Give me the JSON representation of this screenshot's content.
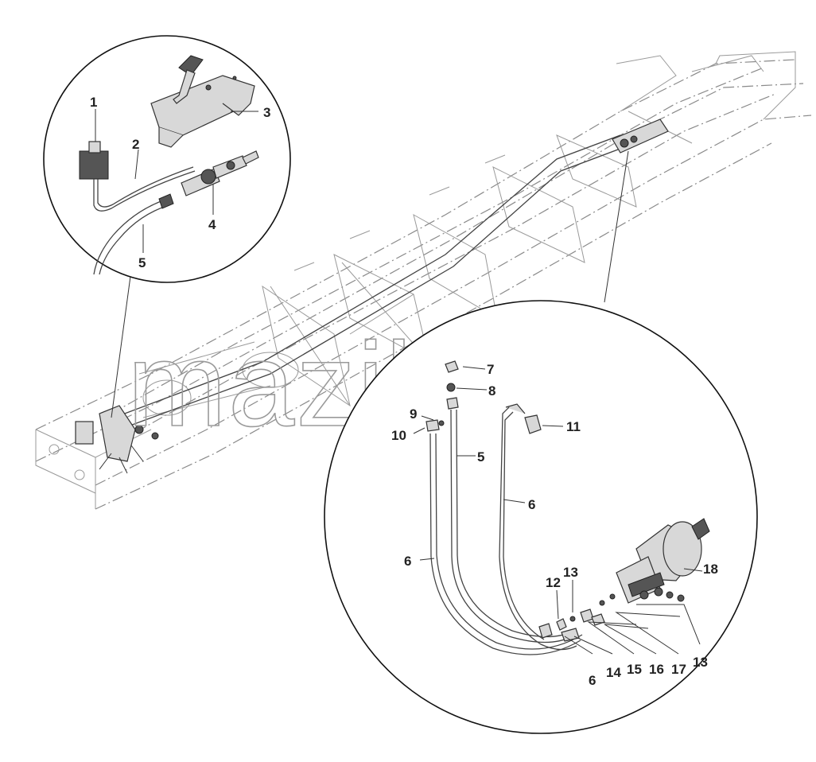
{
  "watermark": "mazik.by",
  "labels": {
    "p1": "1",
    "p2": "2",
    "p3": "3",
    "p4": "4",
    "p5a": "5",
    "p7": "7",
    "p8": "8",
    "p9": "9",
    "p10": "10",
    "p11": "11",
    "p5b": "5",
    "p6a": "6",
    "p6b": "6",
    "p6c": "6",
    "p12": "12",
    "p13a": "13",
    "p13b": "13",
    "p14": "14",
    "p15": "15",
    "p16": "16",
    "p17": "17",
    "p18": "18"
  }
}
